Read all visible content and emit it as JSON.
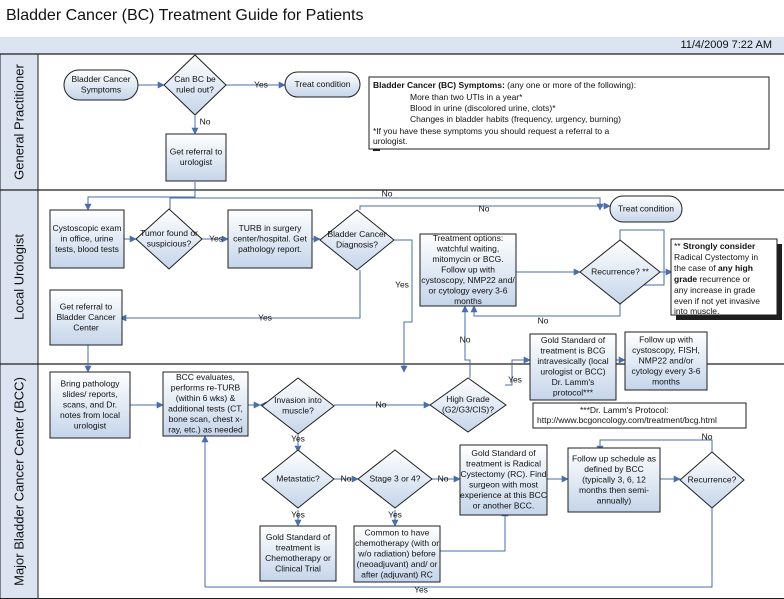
{
  "title": "Bladder Cancer (BC) Treatment Guide for Patients",
  "date": "11/4/2009 7:22 AM",
  "lanes": {
    "gp": "General Practitioner",
    "local": "Local Urologist",
    "major": "Major Bladder Cancer Center (BCC)"
  },
  "nodes": {
    "symptoms": "Bladder Cancer|Symptoms",
    "ruled_out": "Can BC be|ruled out?",
    "treat1": "Treat condition",
    "referral_urologist": "Get referral to|urologist",
    "cysto_exam": "Cystoscopic exam|in office, urine|tests, blood tests",
    "tumor_found": "Tumor found or|suspicious?",
    "turb": "TURB in surgery|center/hospital. Get|pathology report.",
    "bc_diag": "Bladder Cancer|Diagnosis?",
    "treat2": "Treat condition",
    "treatment_options": "Treatment options:|watchful waiting,|mitomycin or BCG.|Follow up with|cystoscopy, NMP22 and/|or cytology every 3-6|months",
    "recurrence1": "Recurrence? **",
    "referral_bcc": "Get referral to|Bladder Cancer|Center",
    "bring_pathology": "Bring pathology|slides/ reports,|scans, and Dr.|notes from local|urologist",
    "bcc_eval": "BCC evaluates,|performs re-TURB|(within 6 wks) &|additional tests (CT,|bone scan, chest x-|ray, etc.) as needed",
    "invasion": "Invasion into|muscle?",
    "high_grade": "High Grade|(G2/G3/CIS)?",
    "gold_bcg": "Gold Standard of|treatment is BCG|intravesically (local|urologist or BCC)|Dr. Lamm's|protocol***",
    "follow_fish": "Follow up with|cystoscopy, FISH,|NMP22 and/or|cytology every 3-6|months",
    "metastatic": "Metastatic?",
    "stage34": "Stage 3 or 4?",
    "gold_rc": "Gold Standard of|treatment is Radical|Cystectomy (RC).  Find|surgeon with most|experience at this BCC|or another BCC.",
    "follow_bcc": "Follow up schedule as|defined by BCC|(typically 3, 6, 12|months then semi-|annually)",
    "recurrence2": "Recurrence?",
    "gold_chemo": "Gold Standard of|treatment is|Chemotherapy or|Clinical Trial",
    "chemo_common": "Common to have|chemotherapy (with or|w/o radiation) before|(neoadjuvant) and/ or|after (adjuvant) RC"
  },
  "notes": {
    "symptoms_title": "Bladder Cancer (BC) Symptoms:",
    "symptoms_intro": " (any one or more of the following):",
    "symptom_items": [
      "More than two UTIs in a year*",
      "Blood in urine (discolored urine, clots)*",
      "Changes in bladder habits (frequency, urgency, burning)"
    ],
    "symptoms_footnote": [
      "*If you have these symptoms you should request a referral to a",
      "urologist."
    ],
    "lamm_title": "***Dr. Lamm's Protocol:",
    "lamm_url": "http://www.bcgoncology.com/treatment/bcg.html",
    "strong_prefix": "** ",
    "strong_title": "Strongly consider",
    "strong_lines": [
      "Radical Cystectomy in",
      "the case of ",
      "any high",
      "grade",
      " recurrence or",
      "any increase in grade",
      "even if not yet invasive",
      "into muscle."
    ]
  },
  "labels": {
    "yes": "Yes",
    "no": "No"
  },
  "colors": {
    "box_top": "#ffffff",
    "box_bottom": "#c5d5ea",
    "stroke": "#1f1f1f",
    "arrow": "#4a6ea8",
    "date_bar": "#dbe4f0"
  }
}
